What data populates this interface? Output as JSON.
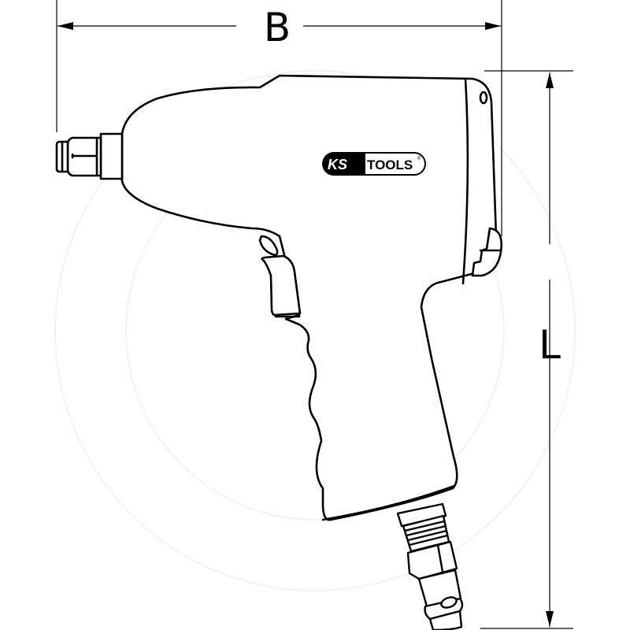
{
  "diagram": {
    "subject": "Pneumatic impact wrench, side view technical line drawing",
    "brand_logo": {
      "part1": "KS",
      "part2": "TOOLS",
      "registered_mark": "®"
    },
    "dimensions": {
      "width_label": "B",
      "length_label": "L"
    },
    "colors": {
      "line": "#000000",
      "background": "#ffffff",
      "watermark": "#f2f2f2"
    }
  }
}
